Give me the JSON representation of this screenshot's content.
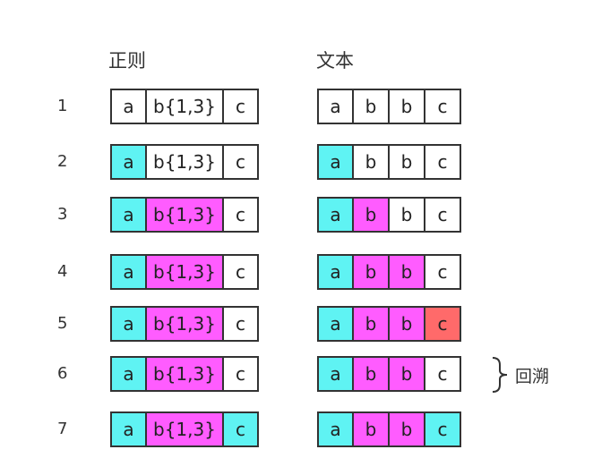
{
  "headers": {
    "regex": "正则",
    "text": "文本"
  },
  "colors": {
    "cyan": "#5ff3f3",
    "magenta": "#ff5cff",
    "red": "#ff6a6a",
    "none": "#ffffff"
  },
  "rows": [
    {
      "num": "1",
      "regex": [
        {
          "t": "a",
          "c": "none"
        },
        {
          "t": "b{1,3}",
          "c": "none"
        },
        {
          "t": "c",
          "c": "none"
        }
      ],
      "text": [
        {
          "t": "a",
          "c": "none"
        },
        {
          "t": "b",
          "c": "none"
        },
        {
          "t": "b",
          "c": "none"
        },
        {
          "t": "c",
          "c": "none"
        }
      ]
    },
    {
      "num": "2",
      "regex": [
        {
          "t": "a",
          "c": "cyan"
        },
        {
          "t": "b{1,3}",
          "c": "none"
        },
        {
          "t": "c",
          "c": "none"
        }
      ],
      "text": [
        {
          "t": "a",
          "c": "cyan"
        },
        {
          "t": "b",
          "c": "none"
        },
        {
          "t": "b",
          "c": "none"
        },
        {
          "t": "c",
          "c": "none"
        }
      ]
    },
    {
      "num": "3",
      "regex": [
        {
          "t": "a",
          "c": "cyan"
        },
        {
          "t": "b{1,3}",
          "c": "magenta"
        },
        {
          "t": "c",
          "c": "none"
        }
      ],
      "text": [
        {
          "t": "a",
          "c": "cyan"
        },
        {
          "t": "b",
          "c": "magenta"
        },
        {
          "t": "b",
          "c": "none"
        },
        {
          "t": "c",
          "c": "none"
        }
      ]
    },
    {
      "num": "4",
      "regex": [
        {
          "t": "a",
          "c": "cyan"
        },
        {
          "t": "b{1,3}",
          "c": "magenta"
        },
        {
          "t": "c",
          "c": "none"
        }
      ],
      "text": [
        {
          "t": "a",
          "c": "cyan"
        },
        {
          "t": "b",
          "c": "magenta"
        },
        {
          "t": "b",
          "c": "magenta"
        },
        {
          "t": "c",
          "c": "none"
        }
      ]
    },
    {
      "num": "5",
      "regex": [
        {
          "t": "a",
          "c": "cyan"
        },
        {
          "t": "b{1,3}",
          "c": "magenta"
        },
        {
          "t": "c",
          "c": "none"
        }
      ],
      "text": [
        {
          "t": "a",
          "c": "cyan"
        },
        {
          "t": "b",
          "c": "magenta"
        },
        {
          "t": "b",
          "c": "magenta"
        },
        {
          "t": "c",
          "c": "red"
        }
      ]
    },
    {
      "num": "6",
      "regex": [
        {
          "t": "a",
          "c": "cyan"
        },
        {
          "t": "b{1,3}",
          "c": "magenta"
        },
        {
          "t": "c",
          "c": "none"
        }
      ],
      "text": [
        {
          "t": "a",
          "c": "cyan"
        },
        {
          "t": "b",
          "c": "magenta"
        },
        {
          "t": "b",
          "c": "magenta"
        },
        {
          "t": "c",
          "c": "none"
        }
      ]
    },
    {
      "num": "7",
      "regex": [
        {
          "t": "a",
          "c": "cyan"
        },
        {
          "t": "b{1,3}",
          "c": "magenta"
        },
        {
          "t": "c",
          "c": "cyan"
        }
      ],
      "text": [
        {
          "t": "a",
          "c": "cyan"
        },
        {
          "t": "b",
          "c": "magenta"
        },
        {
          "t": "b",
          "c": "magenta"
        },
        {
          "t": "c",
          "c": "cyan"
        }
      ]
    }
  ],
  "backtrack": {
    "label": "回溯",
    "row": "6"
  }
}
